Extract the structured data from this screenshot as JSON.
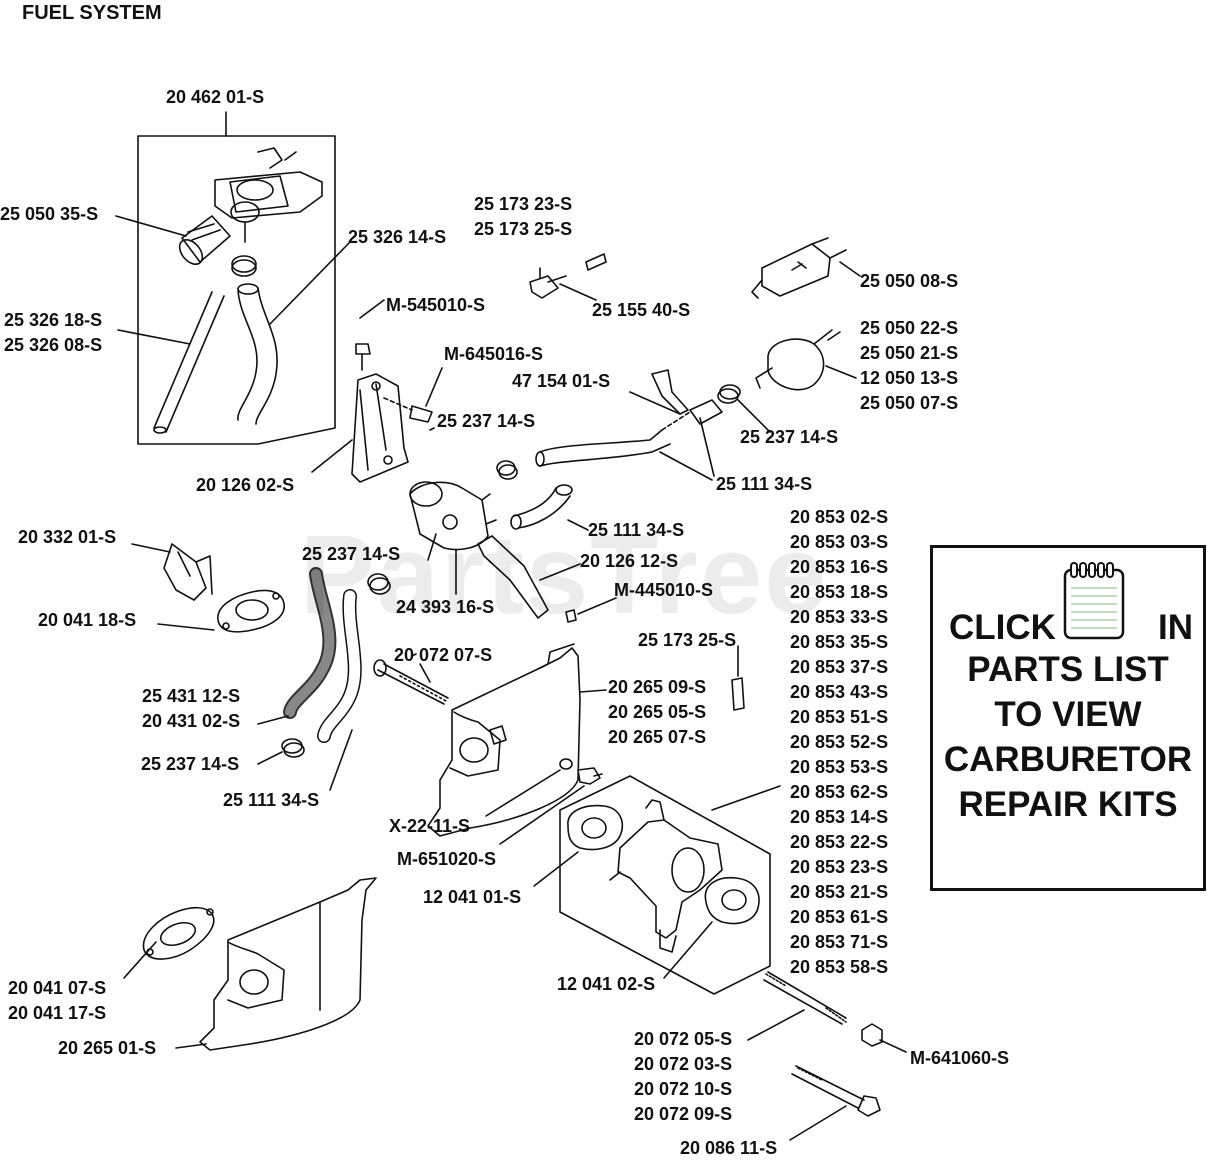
{
  "title": "FUEL SYSTEM",
  "watermark": "PartsTree",
  "callout": {
    "click": "CLICK",
    "icon": "notepad-icon",
    "in": "IN",
    "line2": "PARTS LIST",
    "line3": "TO VIEW",
    "line4": "CARBURETOR",
    "line5": "REPAIR KITS"
  },
  "labels": {
    "l01": "20 462 01-S",
    "l02": "25 050 35-S",
    "l03": "25 326 14-S",
    "l04": [
      "25 326 18-S",
      "25 326 08-S"
    ],
    "l05": [
      "25 173 23-S",
      "25 173 25-S"
    ],
    "l06": "25 155 40-S",
    "l07": "25 050 08-S",
    "l08": "M-545010-S",
    "l09": "M-645016-S",
    "l10": "47 154 01-S",
    "l11": [
      "25 050 22-S",
      "25 050 21-S",
      "12 050 13-S",
      "25 050 07-S"
    ],
    "l12": "25 237 14-S",
    "l13": "25 237 14-S",
    "l14": "20 126 02-S",
    "l15": "25 111 34-S",
    "l16": "20 332 01-S",
    "l17": "25 111 34-S",
    "l18": "25 237 14-S",
    "l19": "20 126 12-S",
    "l20": "M-445010-S",
    "l21": "24 393 16-S",
    "l22": "20 041 18-S",
    "l23": "25 173 25-S",
    "l24": "20 072 07-S",
    "l25": [
      "20 265 09-S",
      "20 265 05-S",
      "20 265 07-S"
    ],
    "l26": [
      "25 431 12-S",
      "20 431 02-S"
    ],
    "l27": "25 237 14-S",
    "l28": "25 111 34-S",
    "l29": "X-22-11-S",
    "l30": "M-651020-S",
    "l31": "12 041 01-S",
    "l32": [
      "20 853 02-S",
      "20 853 03-S",
      "20 853 16-S",
      "20 853 18-S",
      "20 853 33-S",
      "20 853 35-S",
      "20 853 37-S",
      "20 853 43-S",
      "20 853 51-S",
      "20 853 52-S",
      "20 853 53-S",
      "20 853 62-S",
      "20 853 14-S",
      "20 853 22-S",
      "20 853 23-S",
      "20 853 21-S",
      "20 853 61-S",
      "20 853 71-S",
      "20 853 58-S"
    ],
    "l33": "12 041 02-S",
    "l34": [
      "20 041 07-S",
      "20 041 17-S"
    ],
    "l35": "20 265 01-S",
    "l36": [
      "20 072 05-S",
      "20 072 03-S",
      "20 072 10-S",
      "20 072 09-S"
    ],
    "l37": "M-641060-S",
    "l38": "20 086 11-S"
  }
}
